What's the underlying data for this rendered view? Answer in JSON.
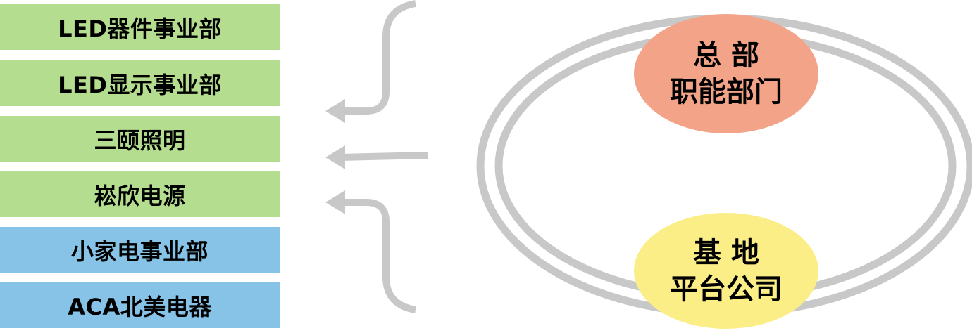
{
  "business_units": [
    {
      "label": "LED器件事业部",
      "color": "#b5dd8f"
    },
    {
      "label": "LED显示事业部",
      "color": "#b5dd8f"
    },
    {
      "label": "三颐照明",
      "color": "#b5dd8f"
    },
    {
      "label": "崧欣电源",
      "color": "#b5dd8f"
    },
    {
      "label": "小家电事业部",
      "color": "#86c3e6"
    },
    {
      "label": "ACA北美电器",
      "color": "#86c3e6"
    }
  ],
  "headquarters": {
    "line1": "总 部",
    "line2": "职能部门",
    "color": "#f3a488"
  },
  "base": {
    "line1": "基 地",
    "line2": "平台公司",
    "color": "#fbee86"
  },
  "connector_color": "#c8c8c8"
}
